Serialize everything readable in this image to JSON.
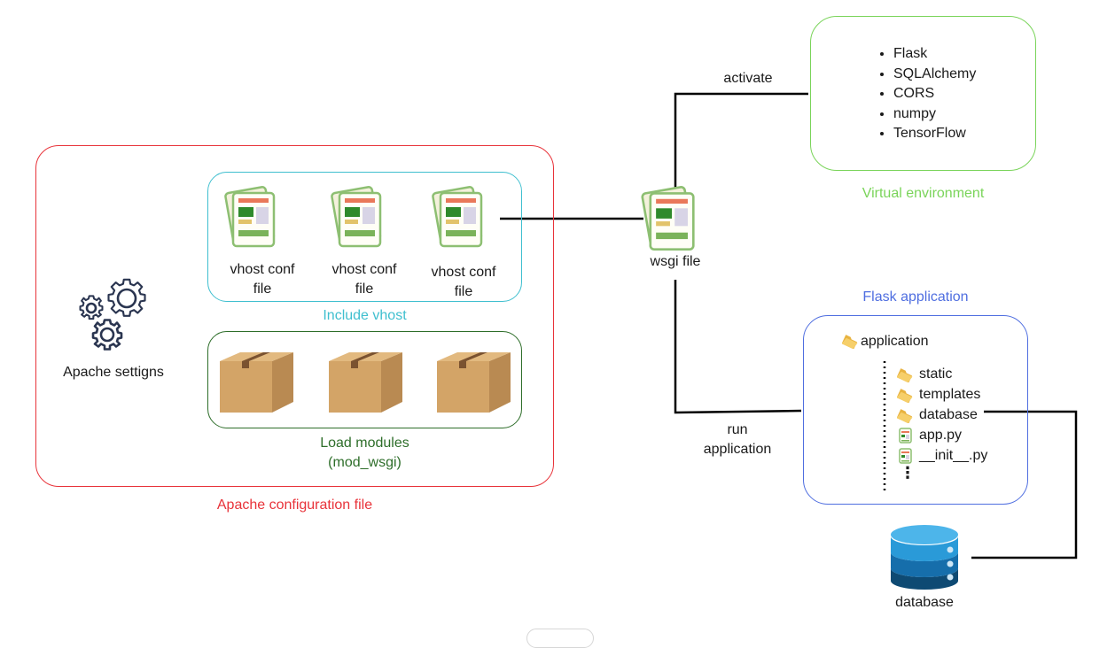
{
  "apache": {
    "label": "Apache configuration file",
    "settings_label": "Apache settigns",
    "vhost_group_label": "Include vhost",
    "vhost_files": [
      "vhost conf\nfile",
      "vhost conf\nfile",
      "vhost conf\nfile"
    ],
    "modules_label": "Load modules\n(mod_wsgi)"
  },
  "wsgi": {
    "label": "wsgi file"
  },
  "edges": {
    "activate": "activate",
    "run": "run\napplication"
  },
  "venv": {
    "label": "Virtual environment",
    "packages": [
      "Flask",
      "SQLAlchemy",
      "CORS",
      "numpy",
      "TensorFlow"
    ]
  },
  "flask": {
    "label": "Flask application",
    "root": "application",
    "children": [
      "static",
      "templates",
      "database",
      "app.py",
      "__init__.py"
    ],
    "more": "⋮"
  },
  "db": {
    "label": "database"
  },
  "colors": {
    "apache": "#e8333a",
    "vhost": "#3fbfcf",
    "modules": "#2e6e2a",
    "venv": "#7ad45a",
    "flask": "#4f6ee0"
  }
}
